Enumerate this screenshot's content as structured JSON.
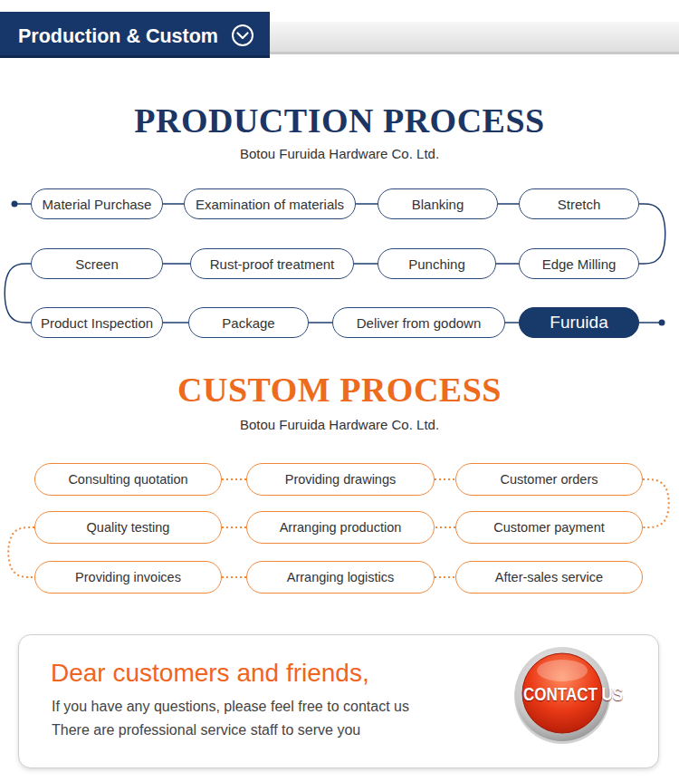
{
  "diagram": {
    "title": "Production & Custom",
    "nodes": [
      {
        "text": [
          "Material Purchase"
        ]
      },
      {
        "text": [
          "Examination of materials"
        ]
      },
      {
        "text": [
          "Blanking"
        ]
      },
      {
        "text": [
          "Stretch"
        ]
      },
      {
        "text": [
          "Edge Milling"
        ]
      },
      {
        "text": [
          "Punching"
        ]
      },
      {
        "text": [
          "Rust-proof treatment"
        ]
      },
      {
        "text": [
          "Screen"
        ]
      },
      {
        "text": [
          "Product Inspection"
        ]
      },
      {
        "text": [
          "Package"
        ]
      },
      {
        "text": [
          "Deliver from godown"
        ]
      },
      {
        "text": [
          "Furuida"
        ]
      },
      {
        "text": [
          "Consulting quotation"
        ]
      },
      {
        "text": [
          "Providing drawings"
        ]
      },
      {
        "text": [
          "Customer orders"
        ]
      },
      {
        "text": [
          "Customer payment"
        ]
      },
      {
        "text": [
          "Arranging production"
        ]
      },
      {
        "text": [
          "Quality testing"
        ]
      },
      {
        "text": [
          "Providing invoices"
        ]
      },
      {
        "text": [
          "Arranging logistics"
        ]
      },
      {
        "text": [
          "After-sales service"
        ]
      },
      {
        "text": [
          "Dear customers and friends,",
          "If you have any questions, please feel free to contact us",
          "There are professional service staff to serve you"
        ]
      },
      {
        "text": [
          "CONTACT US"
        ],
        "in": 21
      }
    ],
    "edges": [
      {
        "from": 0,
        "to": 1,
        "arrow": "none"
      },
      {
        "from": 1,
        "to": 2,
        "arrow": "none"
      },
      {
        "from": 2,
        "to": 3,
        "arrow": "none"
      },
      {
        "from": 3,
        "to": 4,
        "arrow": "none"
      },
      {
        "from": 4,
        "to": 5,
        "arrow": "none"
      },
      {
        "from": 5,
        "to": 6,
        "arrow": "none"
      },
      {
        "from": 6,
        "to": 7,
        "arrow": "none"
      },
      {
        "from": 7,
        "to": 8,
        "arrow": "none"
      },
      {
        "from": 8,
        "to": 9,
        "arrow": "none"
      },
      {
        "from": 9,
        "to": 10,
        "arrow": "none"
      },
      {
        "from": 10,
        "to": 11,
        "arrow": "none"
      },
      {
        "from": 12,
        "to": 13,
        "arrow": "none"
      },
      {
        "from": 13,
        "to": 14,
        "arrow": "none"
      },
      {
        "from": 14,
        "to": 15,
        "arrow": "none"
      },
      {
        "from": 15,
        "to": 16,
        "arrow": "none"
      },
      {
        "from": 16,
        "to": 17,
        "arrow": "none"
      },
      {
        "from": 17,
        "to": 18,
        "arrow": "none"
      },
      {
        "from": 18,
        "to": 19,
        "arrow": "none"
      },
      {
        "from": 19,
        "to": 20,
        "arrow": "none"
      }
    ],
    "labels": [
      "PRODUCTION PROCESS",
      "Botou Furuida Hardware Co. Ltd.",
      "CUSTOM PROCESS",
      "Botou Furuida Hardware Co. Ltd."
    ]
  }
}
